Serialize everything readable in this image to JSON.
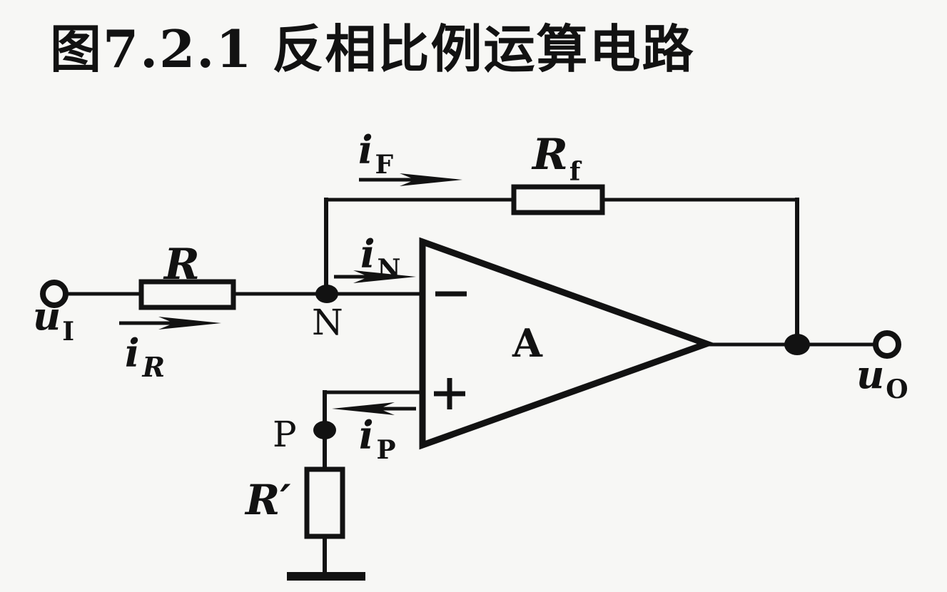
{
  "title": "图7.2.1 反相比例运算电路",
  "colors": {
    "ink": "#121212",
    "background": "#f7f7f5"
  },
  "diagram": {
    "kind": "op-amp inverting proportional amplifier circuit",
    "opamp": {
      "gain_label": "A",
      "inverting_sign": "−",
      "noninverting_sign": "+"
    },
    "nodes": {
      "inverting": "N",
      "noninverting": "P"
    },
    "terminals": {
      "input": {
        "main": "u",
        "sub": "I"
      },
      "output": {
        "main": "u",
        "sub": "O"
      }
    },
    "resistors": {
      "input": {
        "main": "R"
      },
      "feedback": {
        "main": "R",
        "sub": "f"
      },
      "balance": {
        "main": "R′"
      }
    },
    "currents": {
      "input": {
        "main": "i",
        "sub": "R"
      },
      "feedback": {
        "main": "i",
        "sub": "F"
      },
      "inverting": {
        "main": "i",
        "sub": "N"
      },
      "noninverting": {
        "main": "i",
        "sub": "P"
      }
    }
  }
}
